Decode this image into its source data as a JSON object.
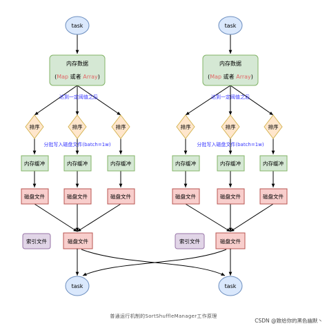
{
  "diagram": {
    "task_label": "task",
    "memory_data": {
      "line1": "内存数据",
      "paren_open": "(",
      "map": "Map",
      "or": " 或者 ",
      "array": "Array",
      "paren_close": ")"
    },
    "threshold_label": "达到一定阈值之后",
    "sort_label": "排序",
    "batch_label": "分批写入磁盘文件(batch=1w)",
    "buffer_label": "内存缓冲",
    "disk_file_label": "磁盘文件",
    "index_file_label": "索引文件",
    "merged_disk_file_label": "磁盘文件",
    "colors": {
      "task_fill": "#dae8fc",
      "task_stroke": "#6c8ebf",
      "green_fill": "#d5e8d4",
      "green_stroke": "#82b366",
      "diamond_fill": "#ffe6cc",
      "diamond_stroke": "#d6b656",
      "red_fill": "#f8cecc",
      "red_stroke": "#b85450",
      "purple_fill": "#e1d5e7",
      "purple_stroke": "#9673a6",
      "highlight_text": "#e06666",
      "blue_text": "#3333ff"
    }
  },
  "caption": "普通运行机制的SortShuffleManager工作原理",
  "watermark": "CSDN @致给你的黑色幽默丶"
}
